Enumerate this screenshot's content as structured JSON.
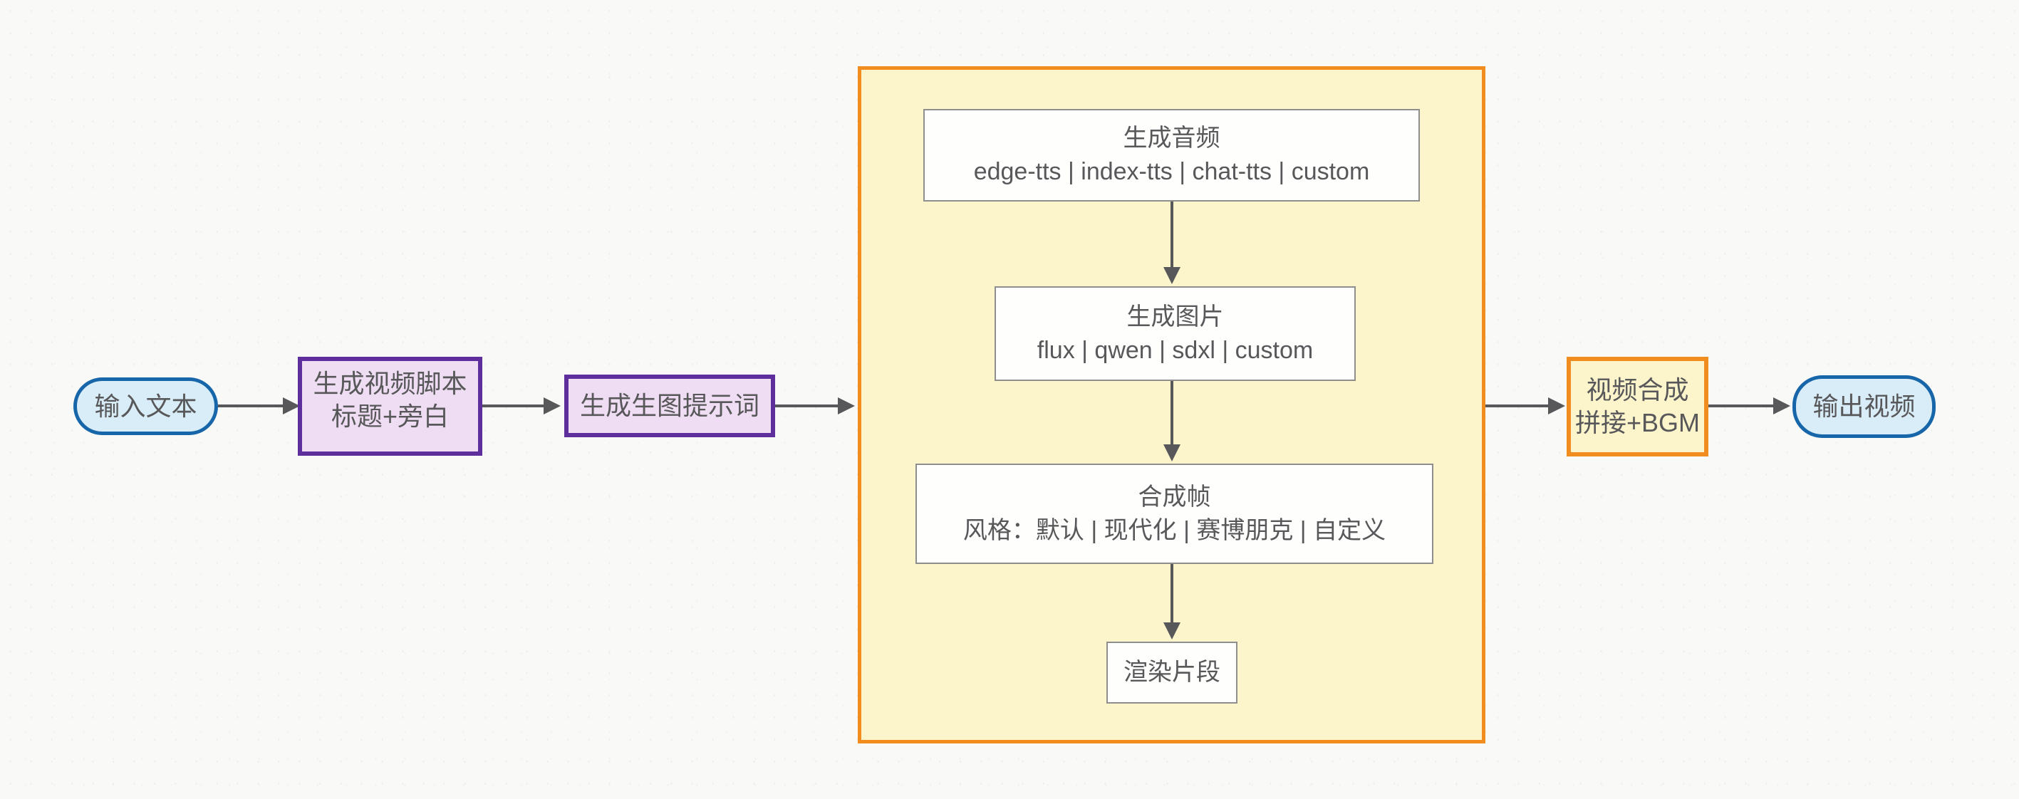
{
  "nodes": {
    "input": {
      "label": "输入文本"
    },
    "script": {
      "line1": "生成视频脚本",
      "line2": "标题+旁白"
    },
    "prompt": {
      "label": "生成生图提示词"
    },
    "audio": {
      "title": "生成音频",
      "options": "edge-tts | index-tts | chat-tts | custom"
    },
    "image": {
      "title": "生成图片",
      "options": "flux | qwen | sdxl | custom"
    },
    "frame": {
      "title": "合成帧",
      "options": "风格：默认 | 现代化 | 赛博朋克 | 自定义"
    },
    "render": {
      "label": "渲染片段"
    },
    "compose": {
      "line1": "视频合成",
      "line2": "拼接+BGM"
    },
    "output": {
      "label": "输出视频"
    }
  },
  "colors": {
    "background": "#f9f9f7",
    "text": "#58585a",
    "arrow": "#58585a",
    "stadium_fill": "#d9edf8",
    "stadium_stroke": "#1766a9",
    "purple_fill": "#efdef3",
    "purple_stroke": "#5e2f9c",
    "yellow_fill": "#fcf5cc",
    "orange_stroke": "#f18c1f",
    "white_box_fill": "#fefefd",
    "white_box_stroke": "#8e8e8e"
  }
}
